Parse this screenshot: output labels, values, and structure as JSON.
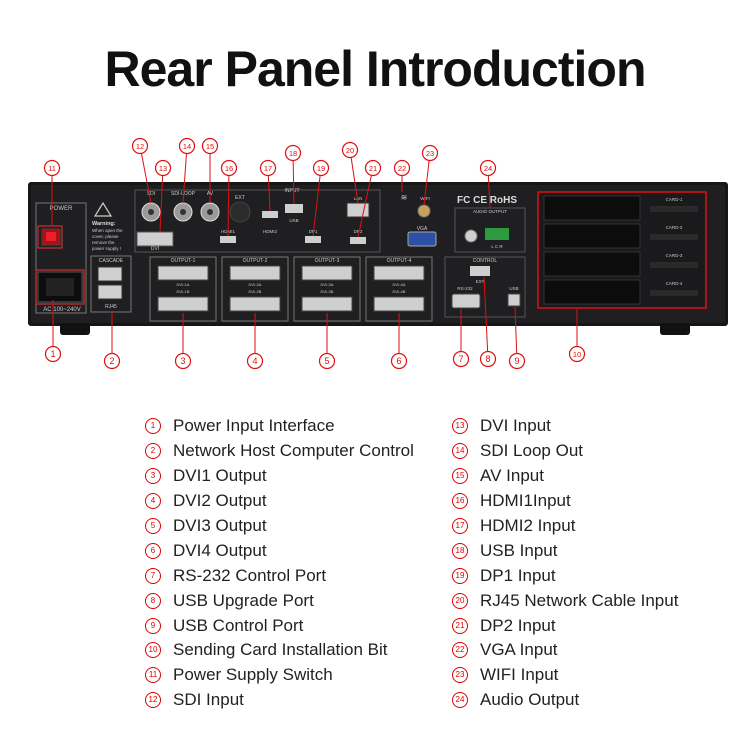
{
  "title": "Rear Panel Introduction",
  "panel_labels": {
    "power": "POWER",
    "cascade": "CASCADE",
    "rj45": "RJ45",
    "ac": "AC 100~240V",
    "warning_title": "Warning:",
    "warning_text": [
      "When open the",
      "cover, please",
      "remove the",
      "power supply !"
    ],
    "sdi": "SDI",
    "sdi_loop": "SDI-LOOP",
    "av": "AV",
    "ext": "EXT",
    "dvi": "DVI",
    "hdmi1": "HDMI1",
    "hdmi2": "HDMI2",
    "input": "INPUT",
    "usb": "USB",
    "dp1": "DP1",
    "lan": "LAN",
    "dp2": "DP2",
    "wifi": "WIFI",
    "vga": "VGA",
    "certs": "FC CE RoHS",
    "audio_output": "AUDIO OUTPUT",
    "lcr": "L C R",
    "output1": "OUTPUT-1",
    "output2": "OUTPUT-2",
    "output3": "OUTPUT-3",
    "output4": "OUTPUT-4",
    "dvi1a": "DVI-1A",
    "dvi1b": "DVI-1B",
    "dvi2a": "DVI-2A",
    "dvi2b": "DVI-2B",
    "dvi3a": "DVI-3A",
    "dvi3b": "DVI-3B",
    "dvi4a": "DVI-4A",
    "dvi4b": "DVI-4B",
    "control": "CONTROL",
    "ext2": "EXT",
    "rs232": "RS-232",
    "usb2": "USB",
    "card1": "CARD-1",
    "card2": "CARD-2",
    "card3": "CARD-3",
    "card4": "CARD-4"
  },
  "callouts": [
    "1",
    "2",
    "3",
    "4",
    "5",
    "6",
    "7",
    "8",
    "9",
    "10",
    "11",
    "12",
    "13",
    "14",
    "15",
    "16",
    "17",
    "18",
    "19",
    "20",
    "21",
    "22",
    "23",
    "24"
  ],
  "legend_left": [
    {
      "num": "1",
      "text": "Power Input Interface"
    },
    {
      "num": "2",
      "text": "Network Host Computer Control"
    },
    {
      "num": "3",
      "text": "DVI1 Output"
    },
    {
      "num": "4",
      "text": "DVI2 Output"
    },
    {
      "num": "5",
      "text": "DVI3 Output"
    },
    {
      "num": "6",
      "text": "DVI4 Output"
    },
    {
      "num": "7",
      "text": "RS-232 Control Port"
    },
    {
      "num": "8",
      "text": "USB Upgrade Port"
    },
    {
      "num": "9",
      "text": "USB Control Port"
    },
    {
      "num": "10",
      "text": "Sending Card Installation Bit"
    },
    {
      "num": "11",
      "text": "Power Supply Switch"
    },
    {
      "num": "12",
      "text": "SDI Input"
    }
  ],
  "legend_right": [
    {
      "num": "13",
      "text": "DVI Input"
    },
    {
      "num": "14",
      "text": "SDI Loop Out"
    },
    {
      "num": "15",
      "text": "AV Input"
    },
    {
      "num": "16",
      "text": "HDMI1Input"
    },
    {
      "num": "17",
      "text": "HDMI2 Input"
    },
    {
      "num": "18",
      "text": "USB Input"
    },
    {
      "num": "19",
      "text": "DP1 Input"
    },
    {
      "num": "20",
      "text": "RJ45 Network Cable Input"
    },
    {
      "num": "21",
      "text": "DP2 Input"
    },
    {
      "num": "22",
      "text": "VGA Input"
    },
    {
      "num": "23",
      "text": "WIFI Input"
    },
    {
      "num": "24",
      "text": "Audio Output"
    }
  ],
  "colors": {
    "callout": "#dd1111",
    "chassis": "#1c1c1e",
    "label": "#d8d8d8"
  }
}
